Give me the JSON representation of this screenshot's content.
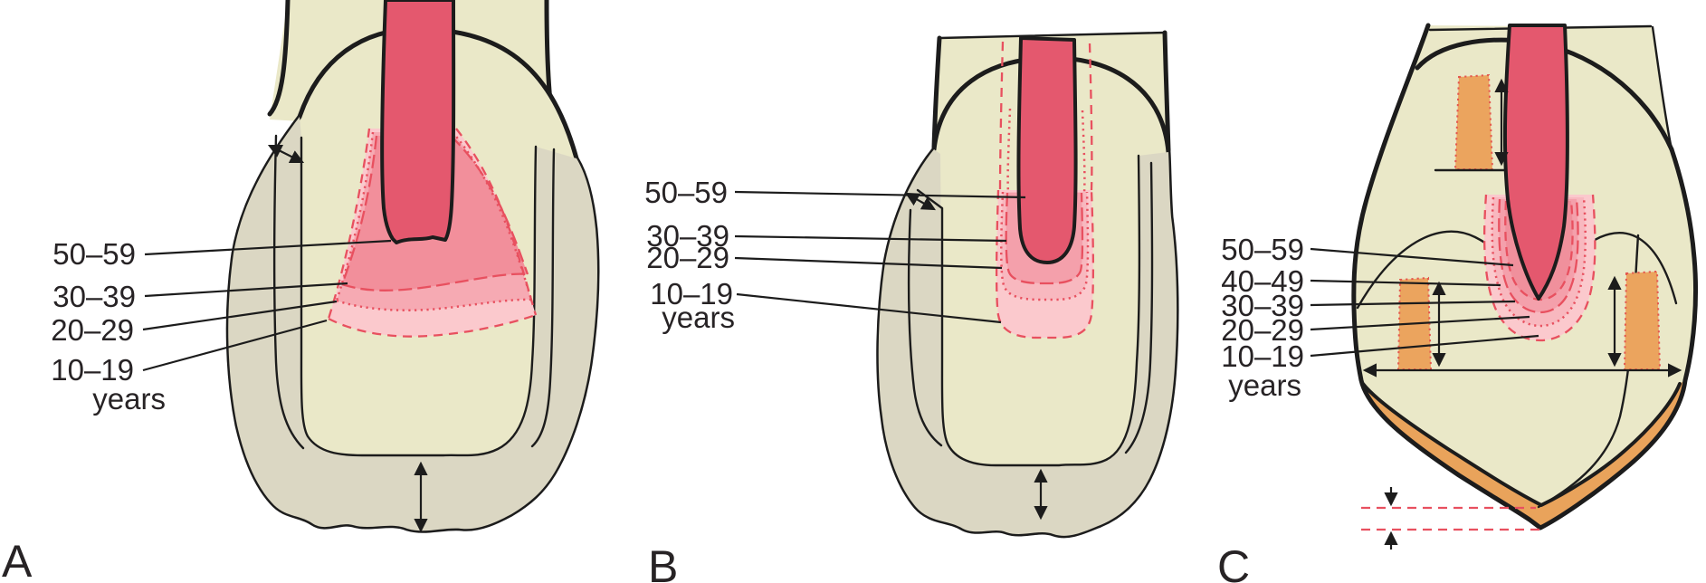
{
  "figure": {
    "panels": [
      {
        "letter": "A",
        "age_labels": [
          "50–59",
          "30–39",
          "20–29",
          "10–19"
        ],
        "unit_label": "years"
      },
      {
        "letter": "B",
        "age_labels": [
          "50–59",
          "30–39",
          "20–29",
          "10–19"
        ],
        "unit_label": "years"
      },
      {
        "letter": "C",
        "age_labels": [
          "50–59",
          "40–49",
          "30–39",
          "20–29",
          "10–19"
        ],
        "unit_label": "years"
      }
    ],
    "colors": {
      "enamel_cream": "#eae8c8",
      "dentin_tan": "#dbd7c3",
      "outline_black": "#1c1c1c",
      "pulp_red": "#e4586e",
      "pink_50s": "#f28f9b",
      "pink_30s": "#f6aab3",
      "pink_20s": "#f8b8bf",
      "pink_10s": "#fbc9cd",
      "boundary_red": "#e8505f",
      "dentin_orange": "#eba45e",
      "wear_band_orange": "#e9a35b"
    }
  }
}
